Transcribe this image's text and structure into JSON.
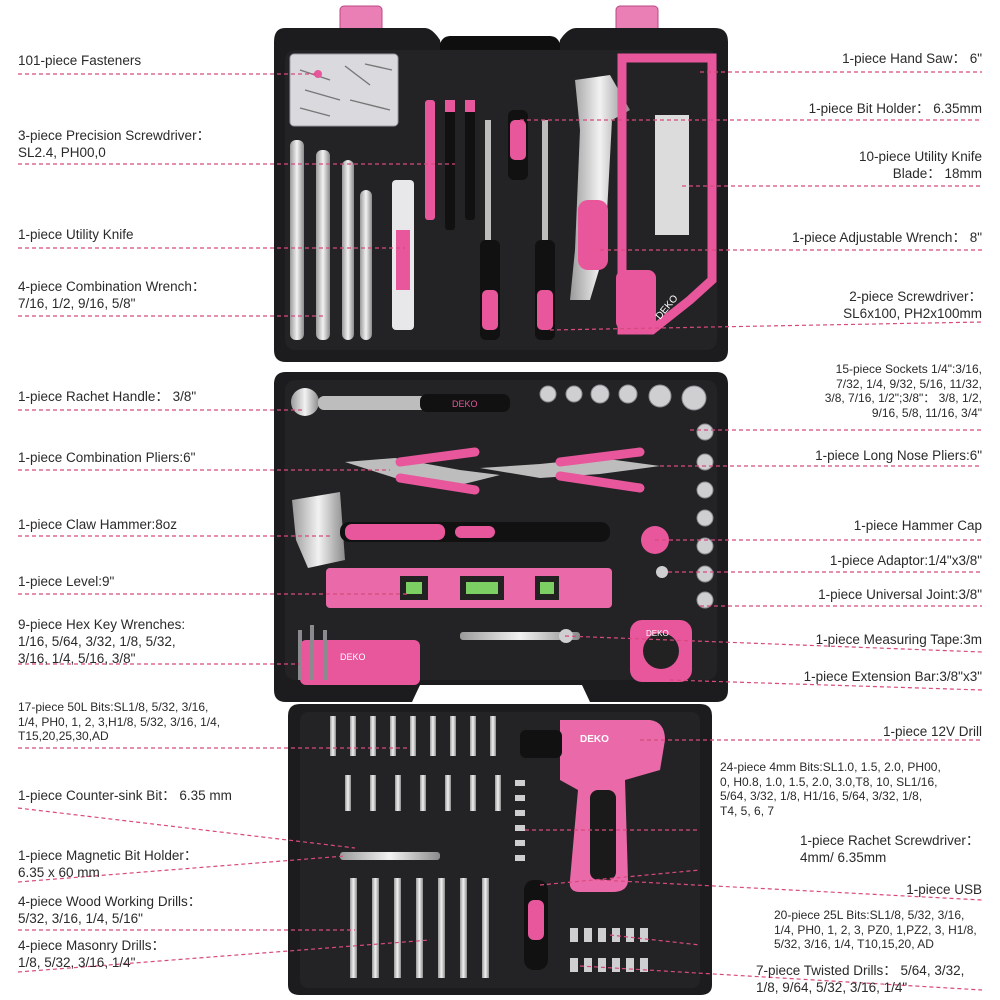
{
  "left_labels": [
    {
      "id": "fasteners",
      "text": "101-piece Fasteners"
    },
    {
      "id": "precision-screwdriver",
      "text": "3-piece Precision Screwdriver：\nSL2.4, PH00,0"
    },
    {
      "id": "utility-knife",
      "text": "1-piece Utility Knife"
    },
    {
      "id": "combination-wrench",
      "text": "4-piece Combination Wrench：\n7/16, 1/2, 9/16, 5/8\""
    },
    {
      "id": "rachet-handle",
      "text": "1-piece Rachet Handle：  3/8\""
    },
    {
      "id": "combination-pliers",
      "text": "1-piece Combination Pliers:6\""
    },
    {
      "id": "claw-hammer",
      "text": "1-piece Claw Hammer:8oz"
    },
    {
      "id": "level",
      "text": "1-piece Level:9\""
    },
    {
      "id": "hex-key",
      "text": "9-piece Hex Key Wrenches:\n1/16, 5/64, 3/32, 1/8, 5/32,\n3/16, 1/4, 5/16, 3/8\""
    },
    {
      "id": "50l-bits",
      "text": "17-piece 50L Bits:SL1/8, 5/32, 3/16,\n1/4, PH0, 1, 2, 3,H1/8, 5/32, 3/16, 1/4,\nT15,20,25,30,AD"
    },
    {
      "id": "counter-sink",
      "text": "1-piece Counter-sink Bit：  6.35 mm"
    },
    {
      "id": "magnetic-holder",
      "text": "1-piece Magnetic Bit Holder：\n6.35 x 60 mm"
    },
    {
      "id": "wood-drills",
      "text": "4-piece Wood Working Drills：\n5/32, 3/16, 1/4, 5/16\""
    },
    {
      "id": "masonry-drills",
      "text": "4-piece Masonry Drills：\n1/8, 5/32, 3/16, 1/4\""
    }
  ],
  "right_labels": [
    {
      "id": "hand-saw",
      "text": "1-piece Hand Saw：  6\""
    },
    {
      "id": "bit-holder",
      "text": "1-piece Bit Holder：  6.35mm"
    },
    {
      "id": "knife-blade",
      "text": "10-piece Utility Knife\nBlade：  18mm"
    },
    {
      "id": "adjustable-wrench",
      "text": "1-piece Adjustable Wrench：  8\""
    },
    {
      "id": "screwdriver-2",
      "text": "2-piece Screwdriver：\nSL6x100, PH2x100mm"
    },
    {
      "id": "sockets",
      "text": "15-piece Sockets 1/4\":3/16,\n7/32, 1/4, 9/32, 5/16, 11/32,\n3/8, 7/16, 1/2\";3/8\"：  3/8, 1/2,\n9/16, 5/8, 11/16, 3/4\""
    },
    {
      "id": "long-nose-pliers",
      "text": "1-piece Long Nose Pliers:6\""
    },
    {
      "id": "hammer-cap",
      "text": "1-piece Hammer Cap"
    },
    {
      "id": "adaptor",
      "text": "1-piece Adaptor:1/4\"x3/8\""
    },
    {
      "id": "universal-joint",
      "text": "1-piece Universal Joint:3/8\""
    },
    {
      "id": "measuring-tape",
      "text": "1-piece Measuring Tape:3m"
    },
    {
      "id": "extension-bar",
      "text": "1-piece Extension Bar:3/8\"x3\""
    },
    {
      "id": "drill",
      "text": "1-piece 12V Drill"
    },
    {
      "id": "4mm-bits",
      "text": "24-piece 4mm Bits:SL1.0, 1.5, 2.0, PH00,\n0, H0.8, 1.0, 1.5, 2.0, 3.0,T8, 10,   SL1/16,\n5/64, 3/32, 1/8, H1/16, 5/64, 3/32, 1/8,\nT4, 5, 6, 7"
    },
    {
      "id": "rachet-screwdriver",
      "text": "1-piece Rachet Screwdriver：\n4mm/ 6.35mm"
    },
    {
      "id": "usb",
      "text": "1-piece USB"
    },
    {
      "id": "25l-bits",
      "text": "20-piece 25L Bits:SL1/8, 5/32, 3/16,\n1/4, PH0, 1, 2, 3, PZ0, 1,PZ2, 3, H1/8,\n5/32, 3/16, 1/4, T10,15,20, AD"
    },
    {
      "id": "twisted-drills",
      "text": "7-piece Twisted Drills：  5/64, 3/32,\n1/8, 9/64, 5/32, 3/16, 1/4\""
    }
  ],
  "brand_marks": [
    "DEKO",
    "DEKO",
    "DEKO",
    "DEKO",
    "DEKO"
  ],
  "colors": {
    "pink": "#e8569c",
    "light_pink": "#f3a9cf",
    "case": "#1d1d1f",
    "leader": "#d84a7e"
  }
}
